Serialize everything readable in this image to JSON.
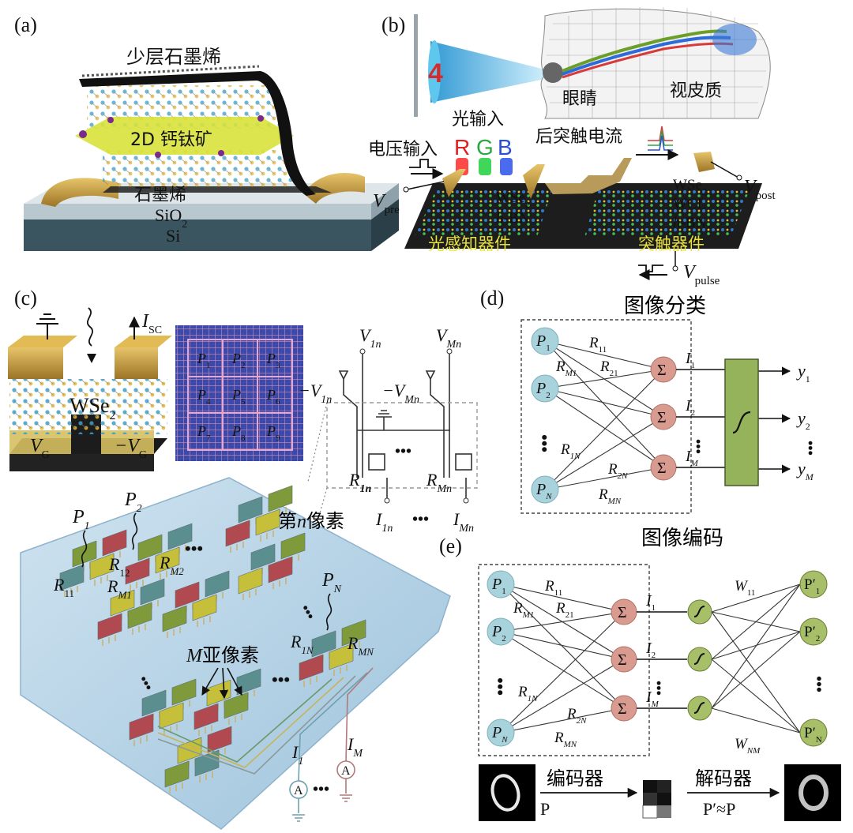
{
  "panels": {
    "a": {
      "label": "(a)",
      "few_layer_graphene": "少层石墨烯",
      "perovskite": "2D 钙钛矿",
      "graphene": "石墨烯",
      "sio2": "SiO",
      "sio2_sub": "2",
      "si": "Si"
    },
    "b": {
      "label": "(b)",
      "eye": "眼睛",
      "visual_cortex": "视皮质",
      "light_input": "光输入",
      "voltage_input": "电压输入",
      "r": "R",
      "g": "G",
      "b": "B",
      "post_current": "后突触电流",
      "v": "V",
      "pre_sub": "pre",
      "post_sub": "post",
      "pulse_sub": "pulse",
      "wse": "WSe",
      "wse_sub": "2",
      "hbn_h": "h",
      "hbn_rest": "-BN",
      "wcl": "WCL",
      "photo_device": "光感知器件",
      "synapse_device": "突触器件"
    },
    "c": {
      "label": "(c)",
      "isc_i": "I",
      "isc_sub": "SC",
      "wse": "WSe",
      "wse_sub": "2",
      "vg": "V",
      "vg_sub": "G",
      "neg_vg": "−V",
      "pixel_grid_p": "P",
      "pixel_grid_subs": [
        "1",
        "2",
        "3",
        "4",
        "5",
        "6",
        "7",
        "8",
        "9"
      ],
      "v1n": "V",
      "v1n_sub": "1n",
      "vmn": "V",
      "vmn_sub": "Mn",
      "neg_v1n": "−V",
      "neg_v1n_sub": "1n",
      "neg_vmn": "−V",
      "neg_vmn_sub": "Mn",
      "r": "R",
      "r1n_sub": "1n",
      "rmn_sub": "Mn",
      "i": "I",
      "i1n_sub": "1n",
      "imn_sub": "Mn",
      "dots": "•••",
      "nth_pixel_pre": "第",
      "nth_pixel_n": "n",
      "nth_pixel_post": "像素",
      "p": "P",
      "p1_sub": "1",
      "p2_sub": "2",
      "pn_sub": "N",
      "r11_sub": "11",
      "r12_sub": "12",
      "rm2_sub": "M2",
      "rm1_sub": "M1",
      "r1n_pix_sub": "1N",
      "rmn_pix_sub": "MN",
      "m_subpixel_m": "M",
      "m_subpixel": "亚像素",
      "i1_sub": "1",
      "im_sub": "M",
      "ammeter": "A"
    },
    "d": {
      "label": "(d)",
      "title": "图像分类",
      "p": "P",
      "p_subs": [
        "1",
        "2",
        "N"
      ],
      "r": "R",
      "r_subs": [
        "11",
        "M1",
        "21",
        "1N",
        "2N",
        "MN"
      ],
      "sum": "Σ",
      "i": "I",
      "i_subs": [
        "1",
        "2",
        "M"
      ],
      "y": "y",
      "y_subs": [
        "1",
        "2",
        "M"
      ]
    },
    "e": {
      "label": "(e)",
      "title": "图像编码",
      "p": "P",
      "p_subs": [
        "1",
        "2",
        "N"
      ],
      "r": "R",
      "r_subs": [
        "11",
        "M1",
        "21",
        "1N",
        "2N",
        "MN"
      ],
      "sum": "Σ",
      "i": "I",
      "i_subs": [
        "1",
        "2",
        "M"
      ],
      "w": "W",
      "w_subs": [
        "11",
        "NM"
      ],
      "pp": "P′",
      "pp_subs": [
        "1",
        "2",
        "N"
      ],
      "encoder": "编码器",
      "decoder": "解码器",
      "enc_p": "P",
      "dec_p": "P′≈P"
    }
  },
  "colors": {
    "p_node": "#a9d3dc",
    "sum_node": "#d99a8f",
    "out_node": "#a8bf6a",
    "sigmoid_box": "#94b35a",
    "gold": "#c49a3a",
    "substrate": "#b9d4e6",
    "chip_blue": "#3c49a8",
    "tile_teal": "#5b8f8f",
    "tile_green": "#7f9a3a",
    "tile_red": "#b04a50",
    "tile_yellow": "#c6bf3a",
    "cone": "#2fb2e8",
    "perovskite": "#d8e23a"
  }
}
